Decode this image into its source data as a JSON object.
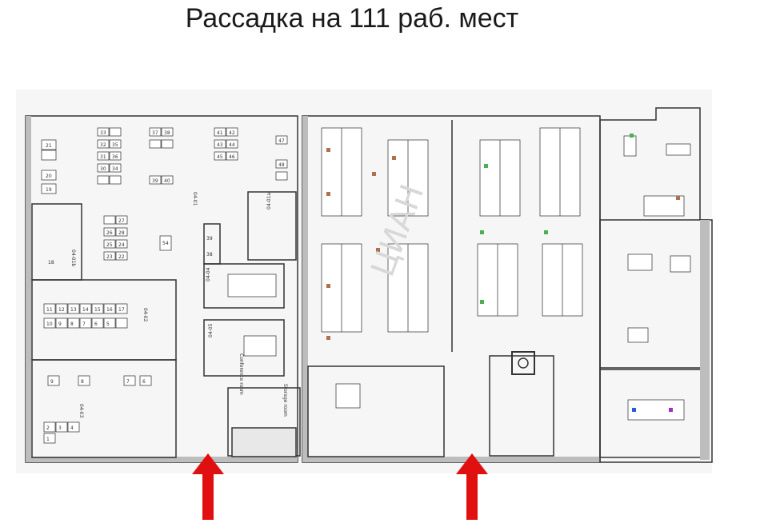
{
  "title": "Рассадка на 111 раб. мест",
  "watermark": "ЦИАН",
  "colors": {
    "arrow": "#e01010",
    "wall_fill": "#bdbdbd",
    "line": "#333333",
    "marker_brown": "#b07050",
    "marker_green": "#4caf50",
    "marker_blue": "#2a5bd7",
    "marker_purple": "#a030c0"
  },
  "rooms": {
    "r1": "04-01",
    "r2": "04-01a",
    "r3": "04-01b",
    "r4": "04-02",
    "r5": "04-03",
    "r6": "04-04",
    "r7": "04-05",
    "storage": "Storage room",
    "conference": "Conference room"
  },
  "desks": {
    "top_left": [
      "21",
      "20",
      "19"
    ],
    "block_a": [
      "33",
      "32",
      "31",
      "30",
      "35",
      "36",
      "34"
    ],
    "block_b": [
      "37",
      "38",
      "39",
      "40"
    ],
    "block_c": [
      "41",
      "42",
      "43",
      "44",
      "45",
      "46"
    ],
    "block_d": [
      "47",
      "48"
    ],
    "block_e": [
      "27",
      "28",
      "26",
      "25",
      "24",
      "23",
      "22"
    ],
    "single": [
      "18",
      "54",
      "39",
      "38"
    ],
    "row_top": [
      "11",
      "12",
      "13",
      "14",
      "15",
      "16",
      "17"
    ],
    "row_bottom": [
      "10",
      "9",
      "8",
      "7",
      "6",
      "5"
    ],
    "block_f": [
      "2",
      "3",
      "4",
      "1"
    ],
    "block_g": [
      "9",
      "8",
      "7",
      "6"
    ]
  }
}
